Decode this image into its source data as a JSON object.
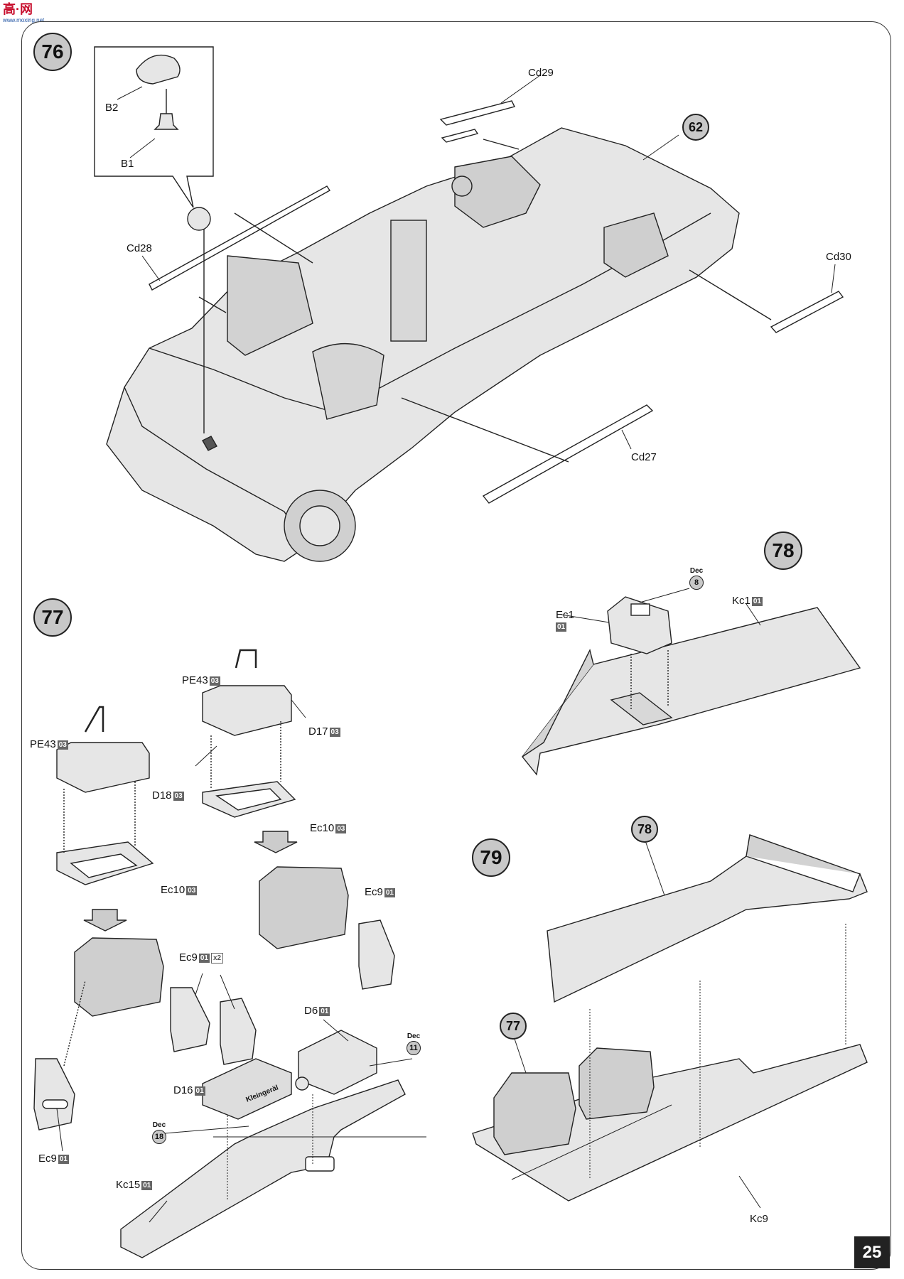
{
  "watermark": {
    "brand": "高·网",
    "url": "www.moxing.net"
  },
  "page_number": "25",
  "steps": {
    "s76": "76",
    "s77": "77",
    "s78": "78",
    "s79": "79"
  },
  "refs": {
    "r62": "62",
    "r78": "78",
    "r77": "77"
  },
  "decals": {
    "word": "Dec",
    "d8": "8",
    "d11": "11",
    "d18": "18"
  },
  "sprue_tags": {
    "t01": "01",
    "t03": "03",
    "x2": "x2"
  },
  "parts": {
    "b2": "B2",
    "b1": "B1",
    "cd29": "Cd29",
    "cd28": "Cd28",
    "cd30": "Cd30",
    "cd27": "Cd27",
    "ec1": "Ec1",
    "kc1": "Kc1",
    "pe43_a": "PE43",
    "pe43_b": "PE43",
    "d17": "D17",
    "d18": "D18",
    "ec10_a": "Ec10",
    "ec10_b": "Ec10",
    "ec9_a": "Ec9",
    "ec9_b": "Ec9",
    "ec9_c": "Ec9",
    "d6": "D6",
    "d16": "D16",
    "kc15": "Kc15",
    "kc9": "Kc9"
  },
  "box_text": "Kleingeräl"
}
